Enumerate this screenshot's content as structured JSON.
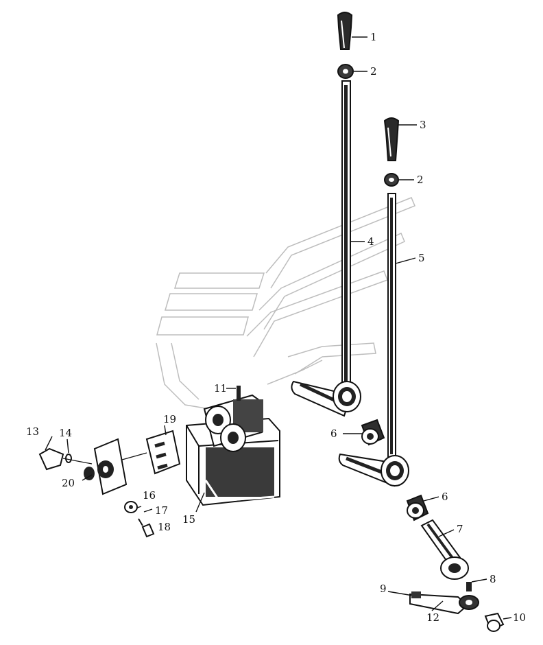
{
  "callouts": [
    {
      "id": "c1",
      "text": "1"
    },
    {
      "id": "c2a",
      "text": "2"
    },
    {
      "id": "c3",
      "text": "3"
    },
    {
      "id": "c2b",
      "text": "2"
    },
    {
      "id": "c4",
      "text": "4"
    },
    {
      "id": "c5",
      "text": "5"
    },
    {
      "id": "c6a",
      "text": "6"
    },
    {
      "id": "c6b",
      "text": "6"
    },
    {
      "id": "c7",
      "text": "7"
    },
    {
      "id": "c8",
      "text": "8"
    },
    {
      "id": "c9",
      "text": "9"
    },
    {
      "id": "c10",
      "text": "10"
    },
    {
      "id": "c11",
      "text": "11"
    },
    {
      "id": "c12",
      "text": "12"
    },
    {
      "id": "c13",
      "text": "13"
    },
    {
      "id": "c14",
      "text": "14"
    },
    {
      "id": "c15",
      "text": "15"
    },
    {
      "id": "c16",
      "text": "16"
    },
    {
      "id": "c17",
      "text": "17"
    },
    {
      "id": "c18",
      "text": "18"
    },
    {
      "id": "c19",
      "text": "19"
    },
    {
      "id": "c20",
      "text": "20"
    }
  ]
}
